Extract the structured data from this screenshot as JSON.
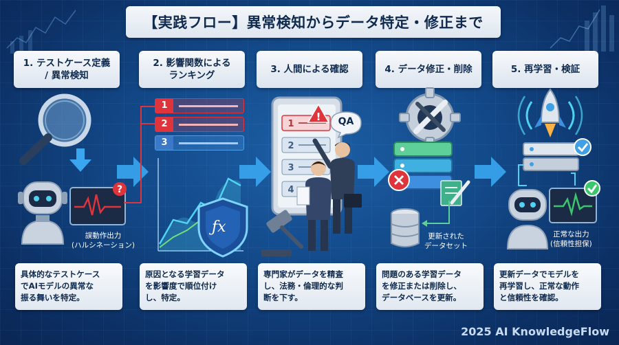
{
  "title": "【実践フロー】異常検知からデータ特定・修正まで",
  "steps": [
    {
      "title_lines": [
        "1. テストケース定義",
        "/ 異常検知"
      ],
      "desc_lines": [
        "具体的なテストケース",
        "でAIモデルの異常な",
        "振る舞いを特定。"
      ]
    },
    {
      "title_lines": [
        "2. 影響関数による",
        "ランキング"
      ],
      "desc_lines": [
        "原因となる学習データ",
        "を影響度で順位付け",
        "し、特定。"
      ]
    },
    {
      "title_lines": [
        "3. 人間による確認"
      ],
      "desc_lines": [
        "専門家がデータを精査",
        "し、法務・倫理的な判",
        "断を下す。"
      ]
    },
    {
      "title_lines": [
        "4. データ修正・削除"
      ],
      "desc_lines": [
        "問題のある学習データ",
        "を修正または削除し、",
        "データベースを更新。"
      ]
    },
    {
      "title_lines": [
        "5. 再学習・検証"
      ],
      "desc_lines": [
        "更新データでモデルを",
        "再学習し、正常な動作",
        "と信頼性を確認。"
      ]
    }
  ],
  "labels": {
    "error_output": [
      "誤動作出力",
      "(ハルシネーション)"
    ],
    "rank_numbers": [
      "1",
      "2",
      "3"
    ],
    "fx": "ƒx",
    "qa": "QA",
    "list_numbers": [
      "1",
      "2",
      "3",
      "4"
    ],
    "updated_data": [
      "更新された",
      "データセット"
    ],
    "normal_output": [
      "正常な出力",
      "(信頼性担保)"
    ]
  },
  "footer": "2025 AI KnowledgeFlow",
  "colors": {
    "accent_red": "#e0343c",
    "accent_cyan": "#4fd3f0",
    "arrow": "#3aa6f0",
    "check_green": "#3cc66e"
  }
}
